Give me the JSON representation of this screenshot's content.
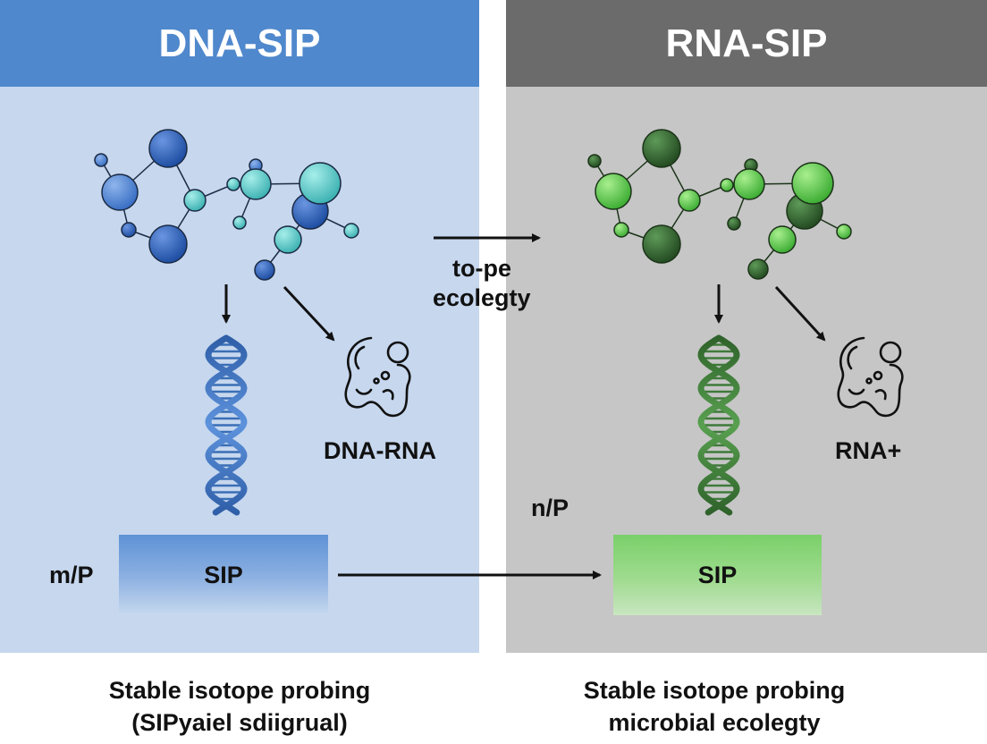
{
  "left_panel": {
    "title": "DNA-SIP",
    "molecule_label": "DNA-RNA",
    "side_label": "m/P",
    "box_label": "SIP",
    "caption_line1": "Stable isotope probing",
    "caption_line2": "(SIPyaiel sdiigrual)"
  },
  "center": {
    "label_line1": "to-pe",
    "label_line2": "ecolegty"
  },
  "right_panel": {
    "title": "RNA-SIP",
    "molecule_label": "RNA+",
    "side_label": "n/P",
    "box_label": "SIP",
    "caption_line1": "Stable isotope probing",
    "caption_line2": "microbial ecolegty"
  },
  "colors": {
    "dna_header": "#4f88cc",
    "dna_panel": "#c6d7ee",
    "rna_header": "#6b6b6b",
    "rna_panel": "#c6c6c6",
    "dna_helix": "#3a6fb5",
    "rna_helix": "#3f7a3a"
  },
  "icons": {
    "left_molecule": "molecule-network-icon",
    "right_molecule": "molecule-network-icon",
    "left_helix": "dna-double-helix-icon",
    "right_helix": "rna-double-helix-icon",
    "left_microbe": "microbe-cell-icon",
    "right_microbe": "microbe-cell-icon"
  }
}
